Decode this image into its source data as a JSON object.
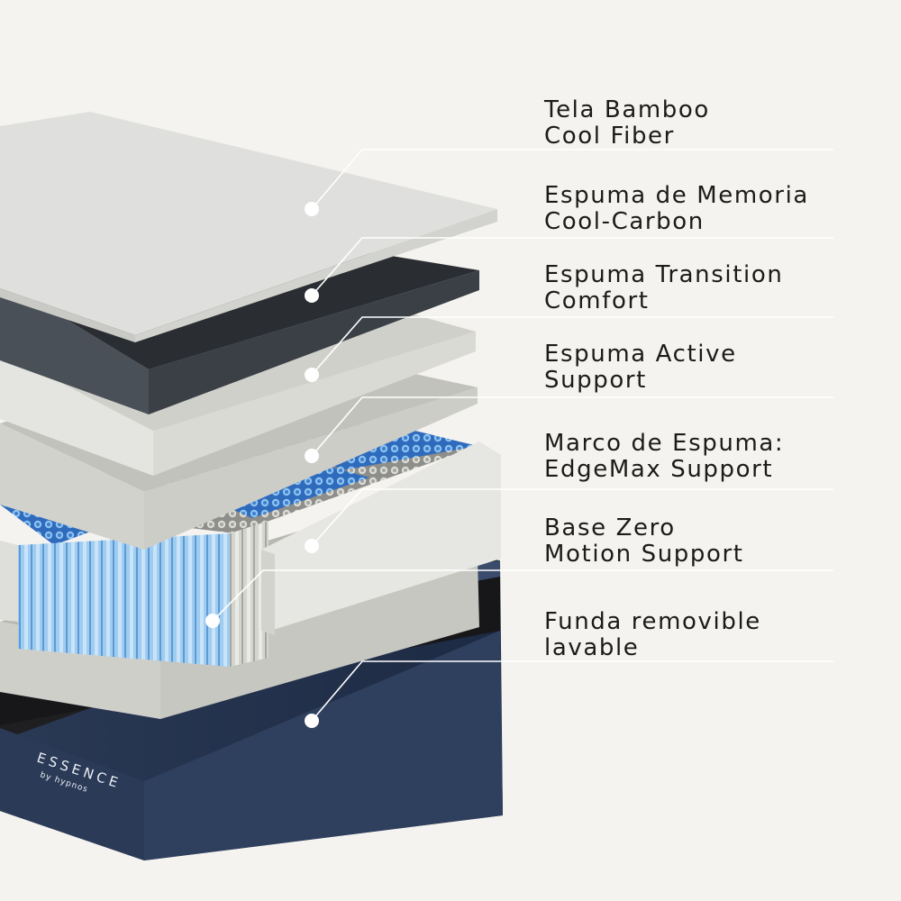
{
  "layers": [
    {
      "line1": "Tela Bamboo",
      "line2": "Cool Fiber"
    },
    {
      "line1": "Espuma de Memoria",
      "line2": "Cool-Carbon"
    },
    {
      "line1": "Espuma Transition",
      "line2": "Comfort"
    },
    {
      "line1": "Espuma Active",
      "line2": "Support"
    },
    {
      "line1": "Marco de Espuma:",
      "line2": "EdgeMax Support"
    },
    {
      "line1": "Base Zero",
      "line2": "Motion Support"
    },
    {
      "line1": "Funda removible",
      "line2": "lavable"
    }
  ],
  "brand": {
    "name": "ESSENCE",
    "sub": "by hypnos"
  },
  "colors": {
    "background": "#f5f3ef",
    "text": "#1d1b1a",
    "base": "#2e3e5c",
    "coil_blue": "#6fa6d8",
    "coil_gray": "#c9c9c4"
  }
}
